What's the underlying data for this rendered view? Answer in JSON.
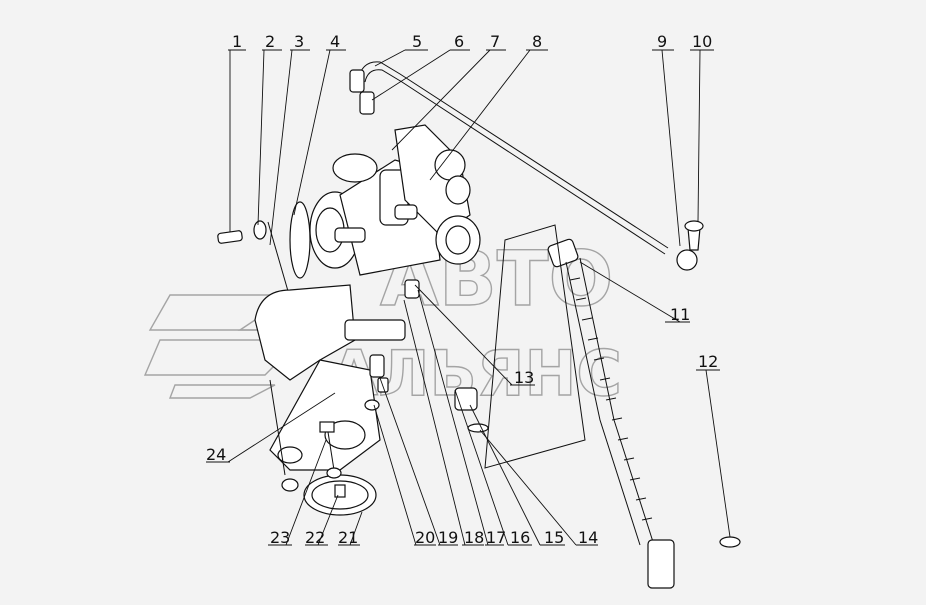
{
  "watermark": {
    "line1": "АВТО",
    "line2": "АЛЬЯНС"
  },
  "callouts": [
    "1",
    "2",
    "3",
    "4",
    "5",
    "6",
    "7",
    "8",
    "9",
    "10",
    "11",
    "12",
    "13",
    "14",
    "15",
    "16",
    "17",
    "18",
    "19",
    "20",
    "21",
    "22",
    "23",
    "24"
  ],
  "colors": {
    "background": "#f3f3f3",
    "line": "#111111",
    "watermark": "#8a8a8a"
  }
}
